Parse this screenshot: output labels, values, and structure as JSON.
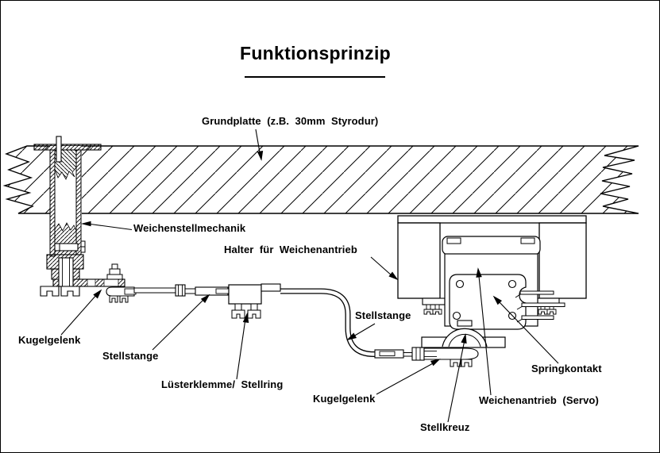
{
  "title": "Funktionsprinzip",
  "labels": {
    "grundplatte": "Grundplatte  (z.B.  30mm  Styrodur)",
    "weichenstellmechanik": "Weichenstellmechanik",
    "halter": "Halter  für  Weichenantrieb",
    "stellstange_rechts": "Stellstange",
    "kugelgelenk_links": "Kugelgelenk",
    "stellstange_links": "Stellstange",
    "luesterklemme": "Lüsterklemme/  Stellring",
    "kugelgelenk_rechts": "Kugelgelenk",
    "springkontakt": "Springkontakt",
    "weichenantrieb": "Weichenantrieb  (Servo)",
    "stellkreuz": "Stellkreuz"
  },
  "colors": {
    "line": "#000000",
    "background": "#ffffff"
  }
}
